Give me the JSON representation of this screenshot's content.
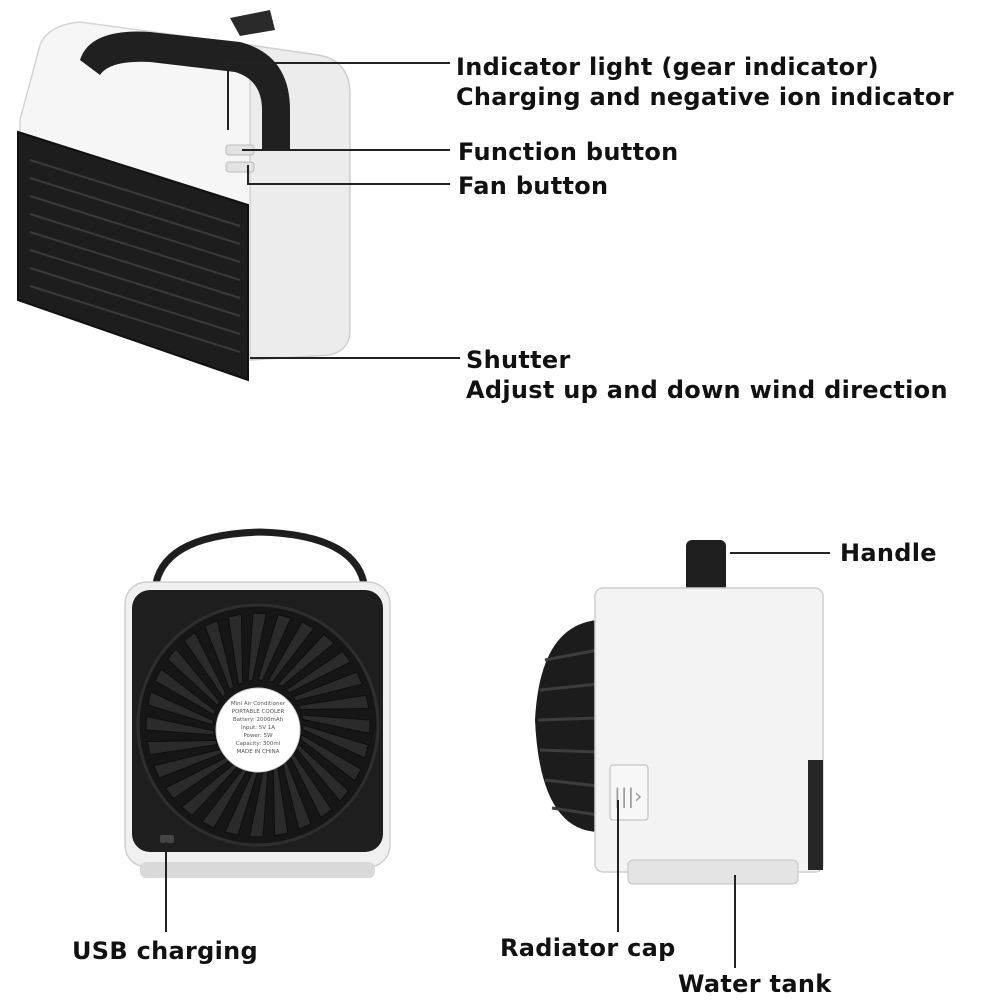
{
  "labels": {
    "indicator_light": "Indicator light (gear indicator)",
    "charging_indicator": "Charging and negative ion indicator",
    "function_button": "Function button",
    "fan_button": "Fan button",
    "shutter": "Shutter",
    "shutter_desc": "Adjust up and down wind direction",
    "handle": "Handle",
    "usb_charging": "USB charging",
    "radiator_cap": "Radiator cap",
    "water_tank": "Water tank"
  },
  "fan_hub_text": [
    "Mini Air Conditioner",
    "PORTABLE COOLER",
    "Battery: 2000mAh",
    "Input: 5V 1A",
    "Power: 5W",
    "Capacity: 300ml",
    "MADE IN CHINA"
  ],
  "colors": {
    "device_body": "#f4f4f4",
    "device_dark": "#1e1e1e",
    "leader_line": "#222222",
    "label_text": "#111111"
  }
}
